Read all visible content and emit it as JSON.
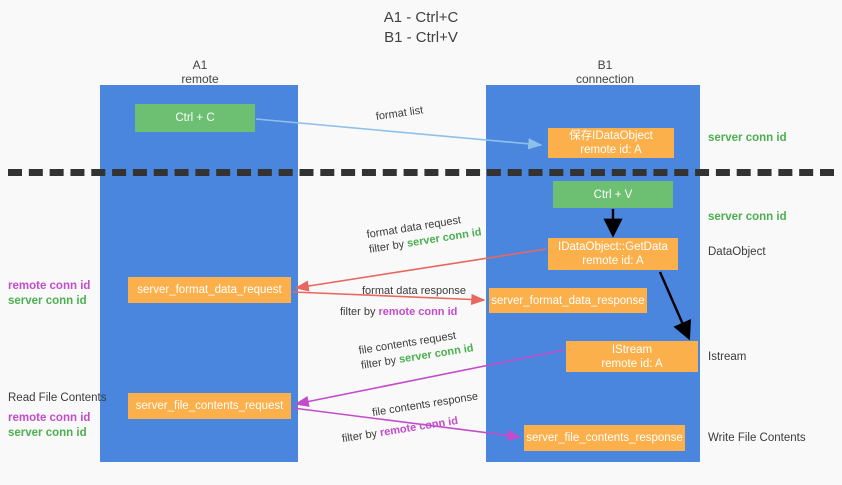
{
  "title": {
    "line1": "A1 - Ctrl+C",
    "line2": "B1 - Ctrl+V"
  },
  "columns": [
    {
      "name": "A1",
      "sub": "remote"
    },
    {
      "name": "B1",
      "sub": "connection"
    }
  ],
  "nodes": {
    "ctrl_c": "Ctrl + C",
    "ctrl_v": "Ctrl + V",
    "save_dataobject_l1": "保存IDataObject",
    "save_dataobject_l2": "remote id: A",
    "getdata_l1": "IDataObject::GetData",
    "getdata_l2": "remote id: A",
    "istream_l1": "IStream",
    "istream_l2": "remote id: A",
    "format_data_request": "server_format_data_request",
    "format_data_response": "server_format_data_response",
    "file_contents_request": "server_file_contents_request",
    "file_contents_response": "server_file_contents_response"
  },
  "side_labels": {
    "server_conn_id_top": "server conn id",
    "server_conn_id_mid": "server conn id",
    "dataobject": "DataObject",
    "istream": "Istream",
    "write_file_contents": "Write File Contents",
    "read_file_contents": "Read File Contents",
    "remote_conn_id": "remote conn id",
    "server_conn_id": "server conn id"
  },
  "flows": {
    "format_list": "format list",
    "format_data_request": "format data request",
    "format_data_request_filter_prefix": "filter by ",
    "format_data_request_filter_value": "server conn id",
    "format_data_response": "format data response",
    "format_data_response_filter_prefix": "filter by ",
    "format_data_response_filter_value": "remote conn id",
    "file_contents_request": "file contents request",
    "file_contents_request_filter_prefix": "filter by ",
    "file_contents_request_filter_value": "server conn id",
    "file_contents_response": "file contents response",
    "file_contents_response_filter_prefix": "filter by ",
    "file_contents_response_filter_value": "remote conn id"
  },
  "colors": {
    "lane": "#4a86de",
    "green_node": "#6dbf72",
    "orange_node": "#fbb04c",
    "green_text": "#4caf50",
    "purple_text": "#c34ccb",
    "light_blue_arrow": "#8ec0ea",
    "red_arrow": "#e8685f",
    "magenta_arrow": "#c34ccb",
    "black_arrow": "#000000",
    "background": "#f9f9f9"
  }
}
